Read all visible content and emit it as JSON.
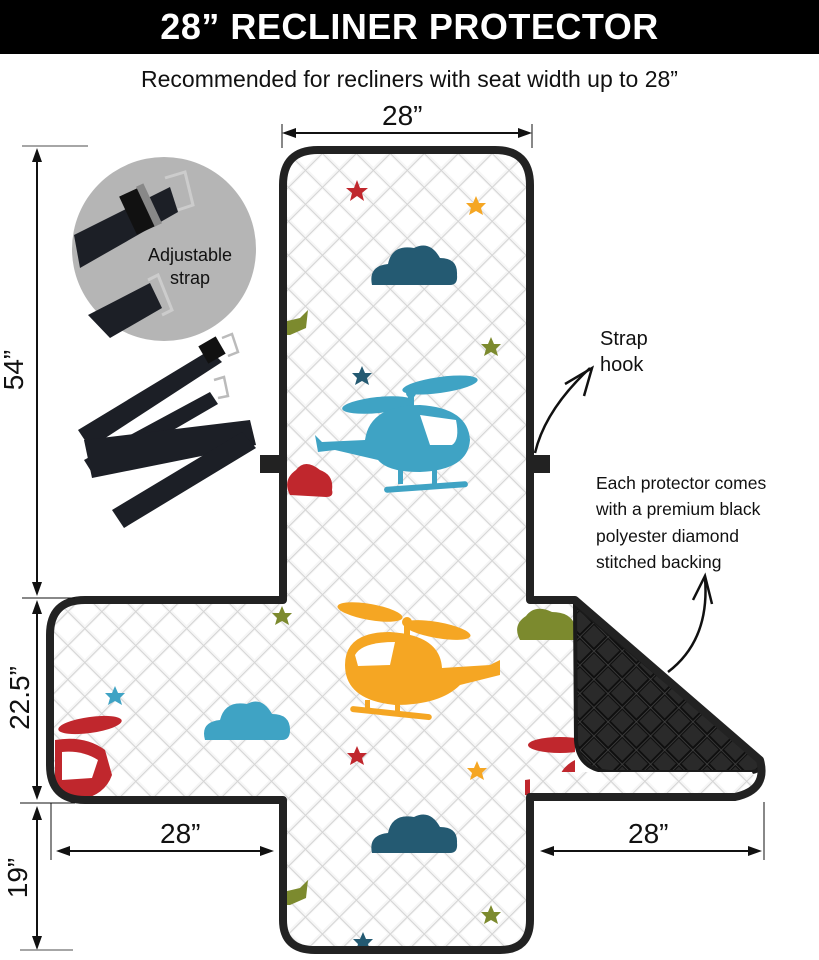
{
  "banner": {
    "title": "28” RECLINER PROTECTOR"
  },
  "subtitle": "Recommended for recliners with seat width up to 28”",
  "dimensions": {
    "top_width": "28”",
    "backrest_length": "54”",
    "seat_depth": "22.5”",
    "footrest_length": "19”",
    "left_arm_width": "28”",
    "right_arm_width": "28”"
  },
  "callouts": {
    "strap": {
      "line1": "Adjustable",
      "line2": "strap"
    },
    "hook": {
      "line1": "Strap",
      "line2": "hook"
    },
    "backing": {
      "line1": "Each protector comes",
      "line2": "with a premium black",
      "line3": "polyester diamond",
      "line4": "stitched backing"
    }
  },
  "colors": {
    "banner_bg": "#000000",
    "outline": "#222222",
    "quilt_bg": "#f4f4f4",
    "quilt_line": "#d6d6d6",
    "backing": "#1a1a1a",
    "heli_blue": "#3fa3c4",
    "heli_orange": "#f5a623",
    "heli_red": "#c0272d",
    "cloud_navy": "#245a72",
    "cloud_blue": "#3fa3c4",
    "cloud_olive": "#7c8a2e",
    "strap_black": "#1c1f26",
    "circle_gray": "#b5b5b5"
  },
  "icons": [
    "helicopter-icon",
    "cloud-icon",
    "star-icon",
    "strap-icon",
    "arrow-icon"
  ]
}
